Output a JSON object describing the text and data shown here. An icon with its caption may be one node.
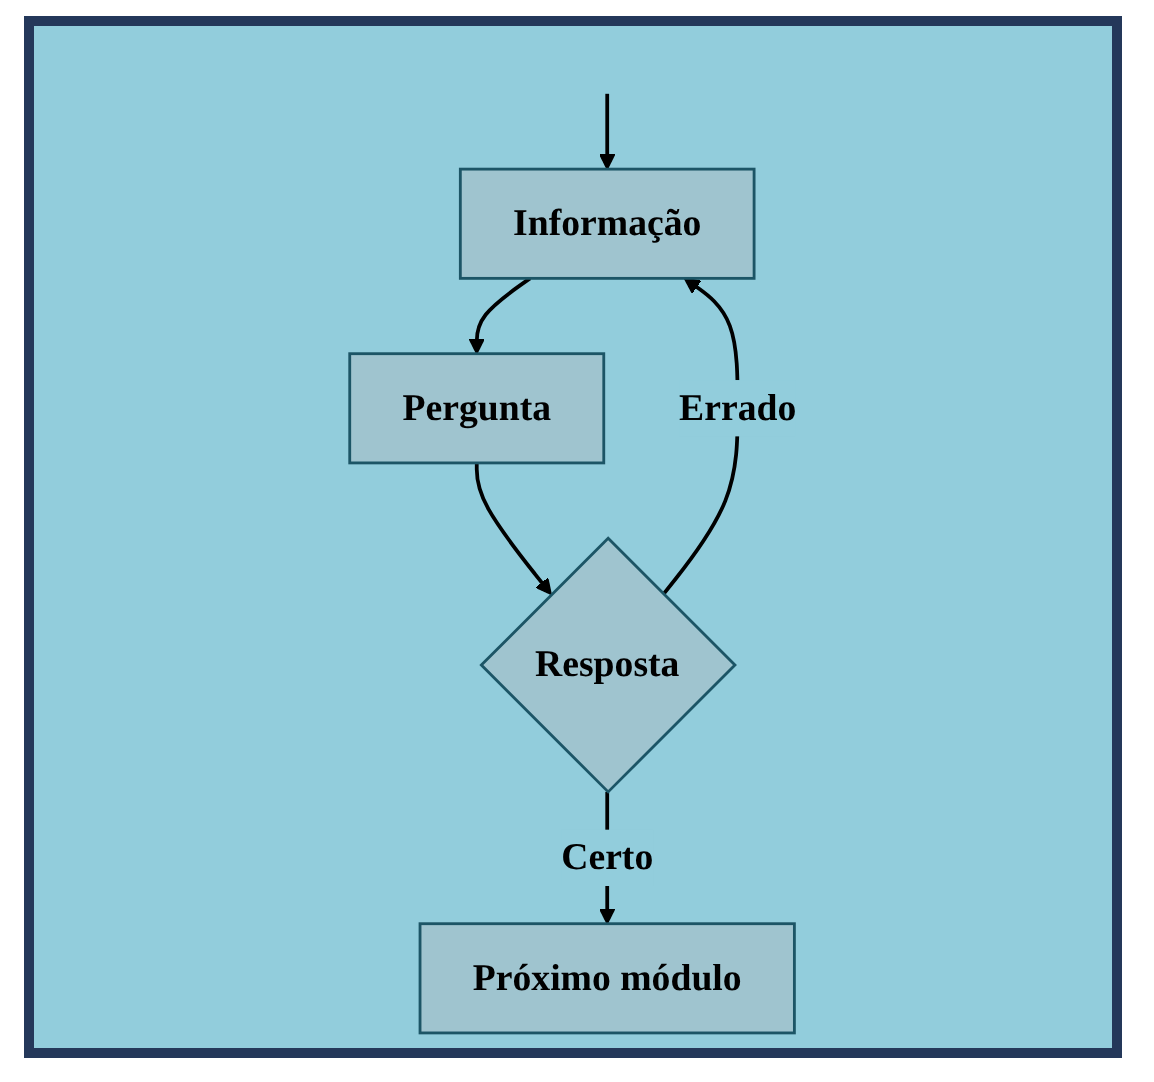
{
  "diagram": {
    "nodes": [
      {
        "text": [
          "Informação"
        ]
      },
      {
        "text": [
          "Pergunta"
        ]
      },
      {
        "text": [
          "Resposta"
        ]
      },
      {
        "text": [
          "Próximo módulo"
        ]
      }
    ],
    "edges": [
      {
        "from": null,
        "to": 0,
        "arrow": "to"
      },
      {
        "from": 0,
        "to": 1,
        "arrow": "to"
      },
      {
        "from": 1,
        "to": 2,
        "arrow": "to"
      },
      {
        "from": 2,
        "to": 0,
        "arrow": "to",
        "label": "Errado"
      },
      {
        "from": 2,
        "to": 3,
        "arrow": "to",
        "label": "Certo"
      }
    ]
  }
}
